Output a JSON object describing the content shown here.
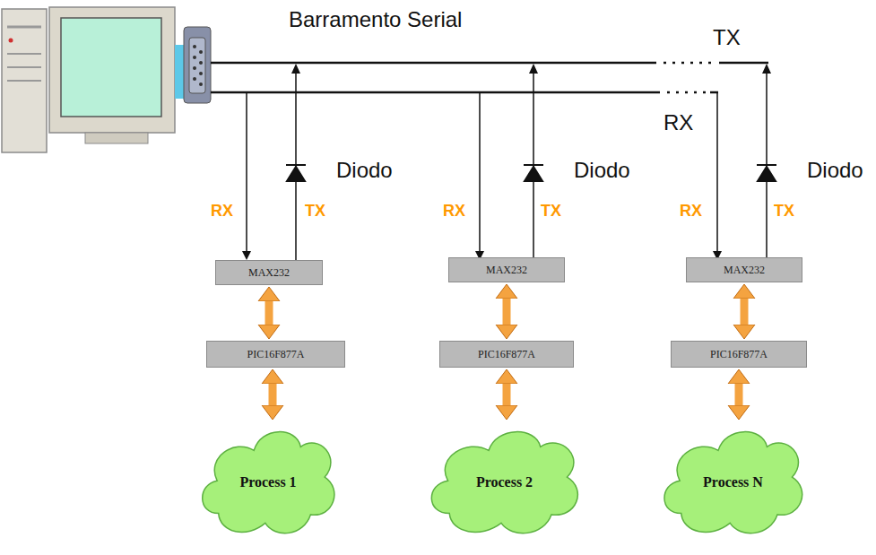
{
  "diagram": {
    "nodes": [
      {
        "text": [
          "MAX232"
        ]
      },
      {
        "text": [
          "MAX232"
        ]
      },
      {
        "text": [
          "MAX232"
        ]
      },
      {
        "text": [
          "PIC16F877A"
        ]
      },
      {
        "text": [
          "PIC16F877A"
        ]
      },
      {
        "text": [
          "PIC16F877A"
        ]
      },
      {
        "text": [
          "Process 1"
        ]
      },
      {
        "text": [
          "Process 2"
        ]
      },
      {
        "text": [
          "Process N"
        ]
      }
    ],
    "edges": [
      {
        "from": 0,
        "to": 3,
        "arrow": "both"
      },
      {
        "from": 3,
        "to": 6,
        "arrow": "both"
      },
      {
        "from": 1,
        "to": 4,
        "arrow": "both"
      },
      {
        "from": 4,
        "to": 7,
        "arrow": "both"
      },
      {
        "from": 2,
        "to": 5,
        "arrow": "both"
      },
      {
        "from": 5,
        "to": 8,
        "arrow": "both"
      }
    ],
    "labels": [
      "Barramento Serial",
      "TX",
      "RX",
      "Diodo",
      "RX",
      "TX",
      "Diodo",
      "RX",
      "TX",
      "Diodo",
      "RX",
      "TX"
    ]
  }
}
